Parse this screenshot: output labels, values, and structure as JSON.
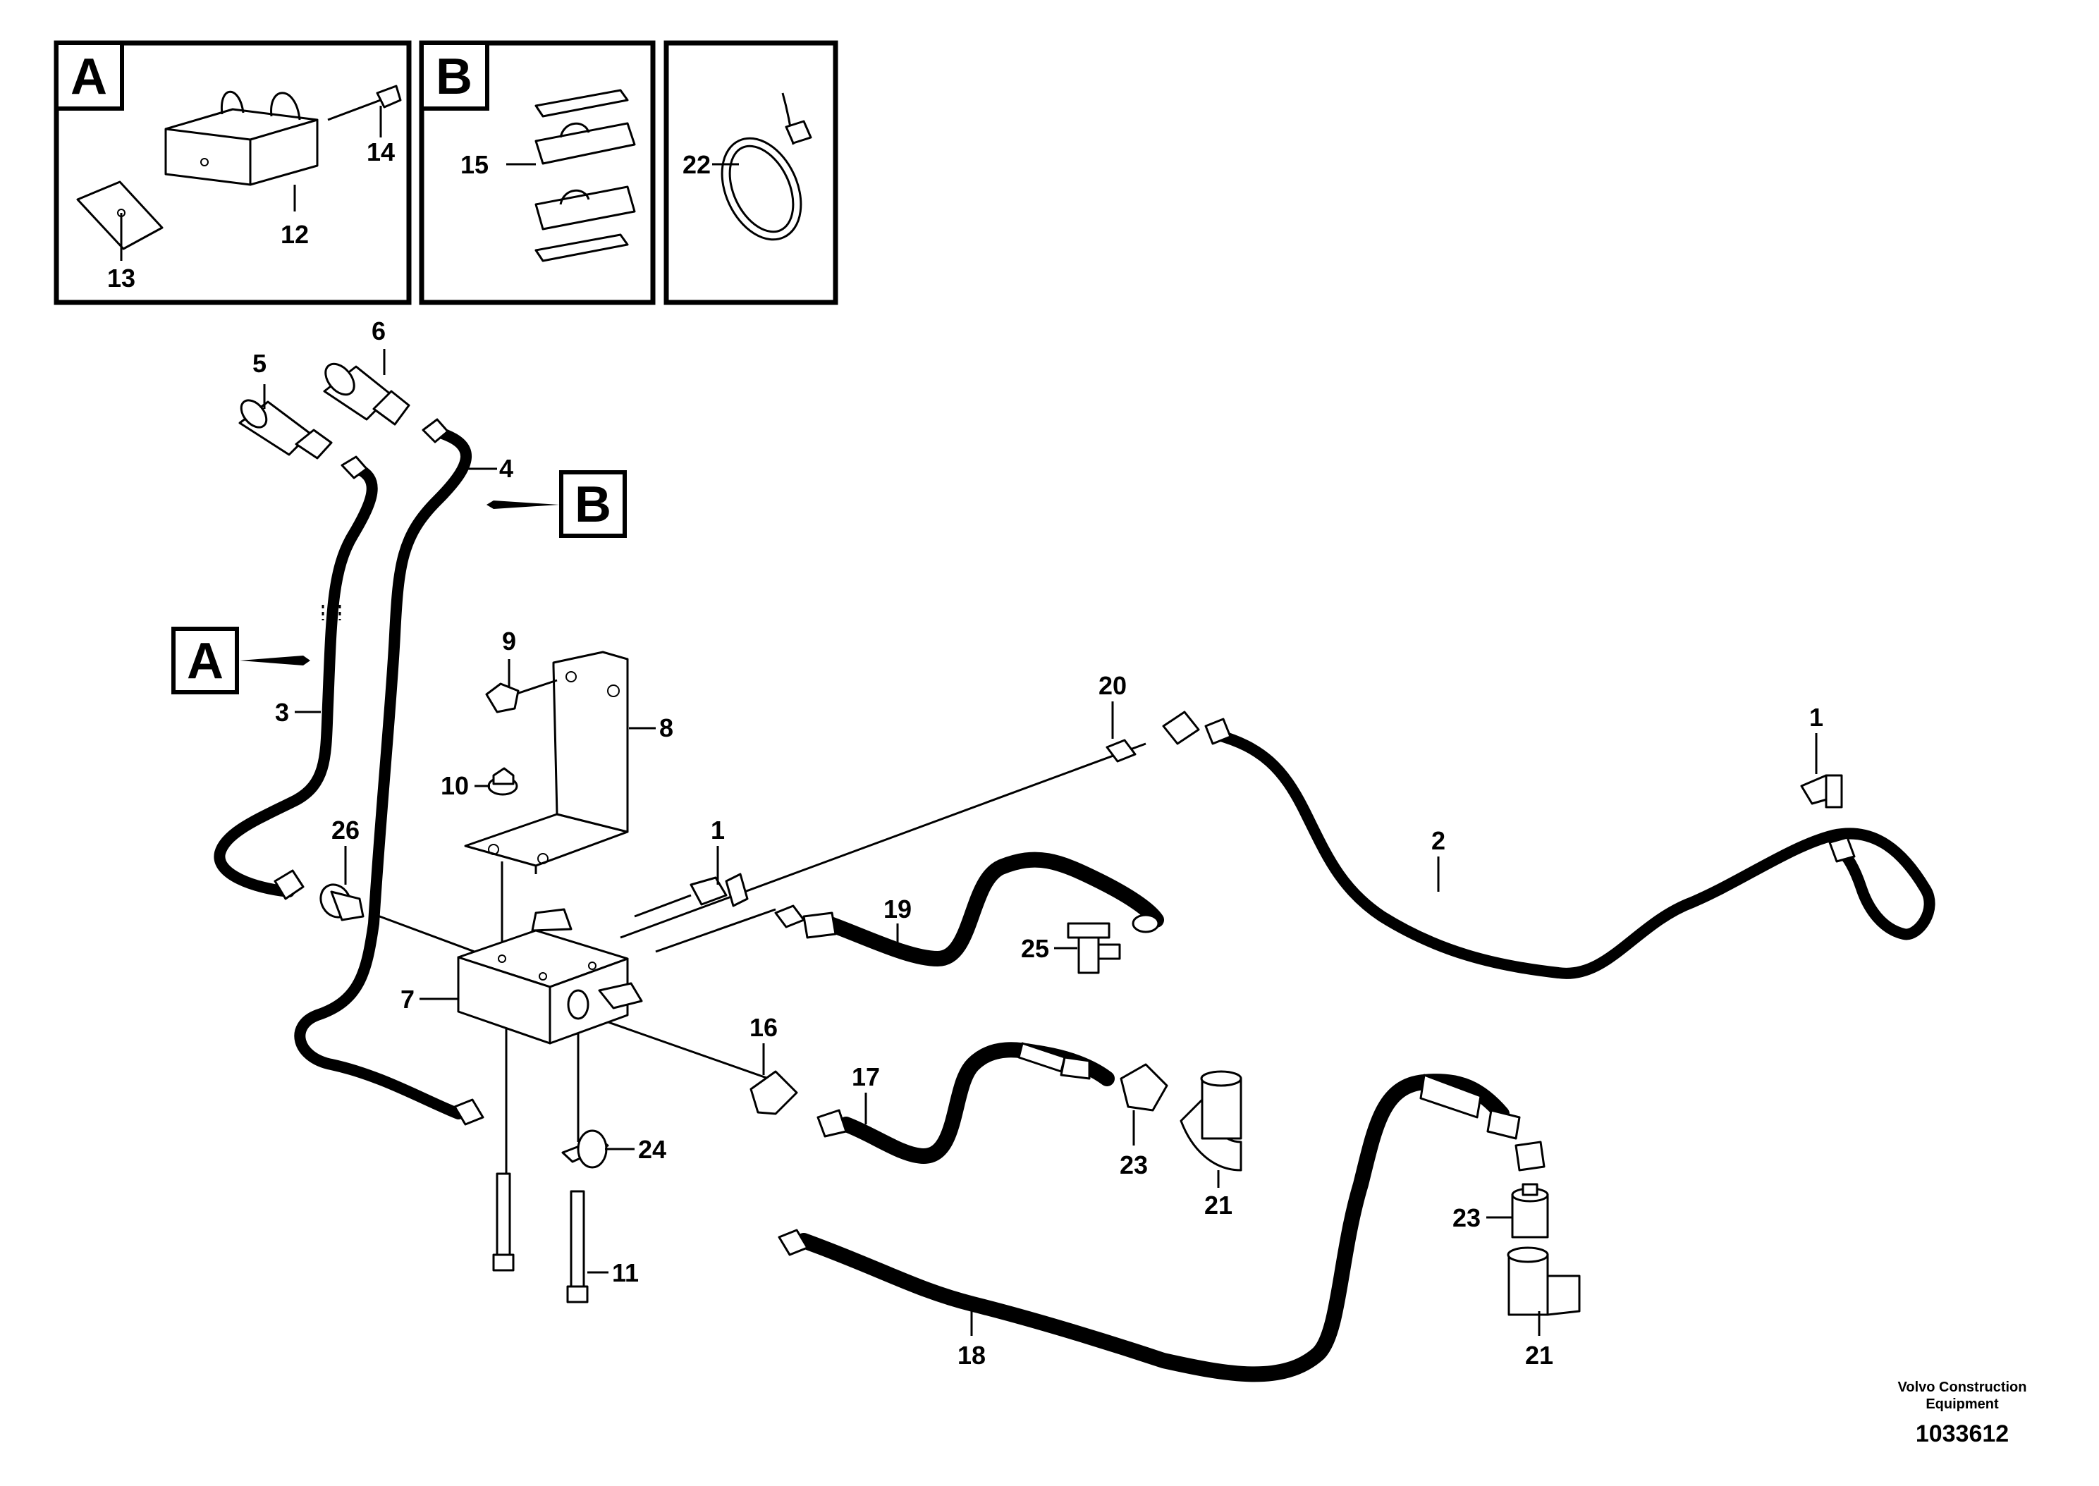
{
  "detail_boxes": {
    "a": {
      "letter": "A",
      "callouts": [
        "14",
        "12",
        "13"
      ]
    },
    "b": {
      "letter": "B",
      "callouts": [
        "15"
      ]
    },
    "c": {
      "callouts": [
        "22"
      ]
    }
  },
  "view_refs": {
    "a": "A",
    "b": "B"
  },
  "callouts": {
    "c1a": "1",
    "c1b": "1",
    "c2": "2",
    "c3": "3",
    "c4": "4",
    "c5": "5",
    "c6": "6",
    "c7": "7",
    "c8": "8",
    "c9": "9",
    "c10": "10",
    "c11": "11",
    "c16": "16",
    "c17": "17",
    "c18": "18",
    "c19": "19",
    "c20": "20",
    "c21a": "21",
    "c21b": "21",
    "c23a": "23",
    "c23b": "23",
    "c24": "24",
    "c25": "25",
    "c26": "26"
  },
  "footer": {
    "company_line1": "Volvo Construction",
    "company_line2": "Equipment",
    "doc_number": "1033612"
  }
}
